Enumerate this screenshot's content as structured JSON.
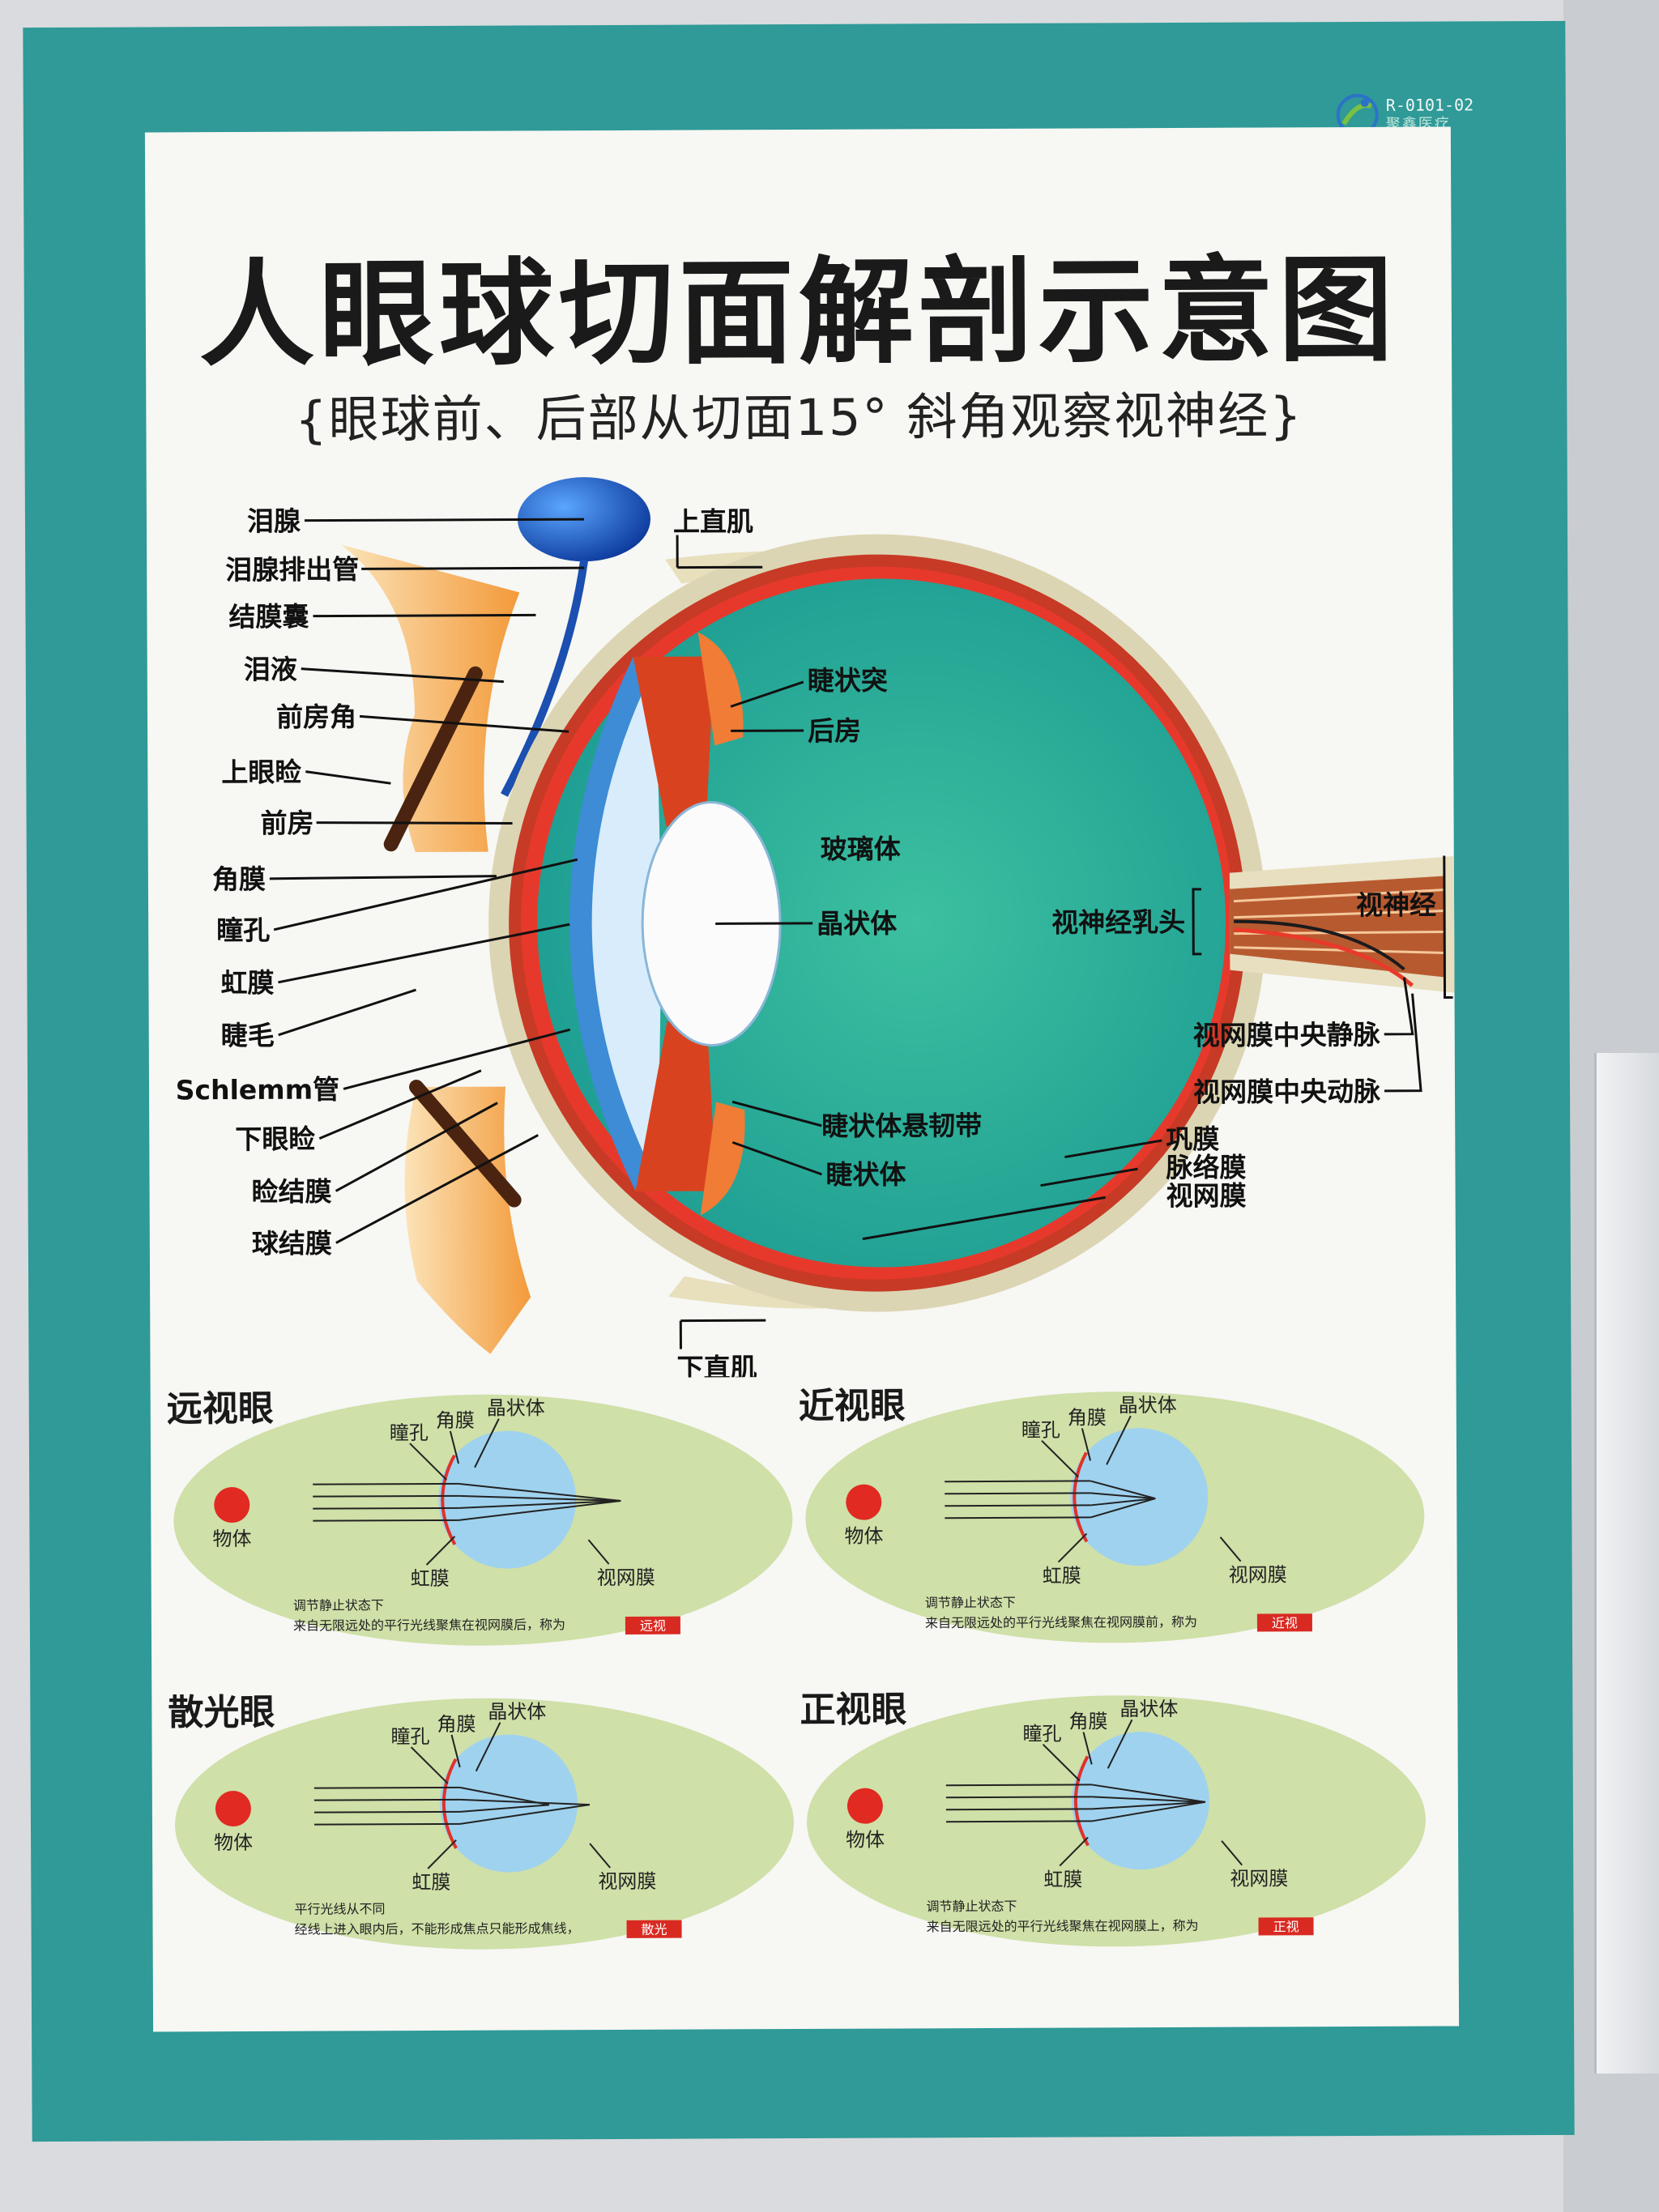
{
  "logo": {
    "code": "R-0101-02",
    "brand": "聚鑫医疗"
  },
  "poster": {
    "title": "人眼球切面解剖示意图",
    "subtitle": "{眼球前、后部从切面15° 斜角观察视神经}"
  },
  "anatomy": {
    "left_labels": [
      "泪腺",
      "泪腺排出管",
      "结膜囊",
      "泪液",
      "前房角",
      "上眼睑",
      "前房",
      "角膜",
      "瞳孔",
      "虹膜",
      "睫毛",
      "Schlemm管",
      "下眼睑",
      "睑结膜",
      "球结膜"
    ],
    "top_label": "上直肌",
    "bottom_label": "下直肌",
    "inner_labels": [
      "睫状突",
      "后房",
      "玻璃体",
      "晶状体",
      "睫状体悬韧带",
      "睫状体",
      "视神经乳头"
    ],
    "right_labels": [
      "视神经",
      "视网膜中央静脉",
      "视网膜中央动脉",
      "巩膜",
      "脉络膜",
      "视网膜"
    ]
  },
  "panels": [
    {
      "id": "far",
      "title": "远视眼",
      "pupil": "瞳孔",
      "cornea": "角膜",
      "lens": "晶状体",
      "iris": "虹膜",
      "retina": "视网膜",
      "object": "物体",
      "note1": "调节静止状态下",
      "note2": "来自无限远处的平行光线聚焦在视网膜后，称为",
      "tag": "远视"
    },
    {
      "id": "near",
      "title": "近视眼",
      "pupil": "瞳孔",
      "cornea": "角膜",
      "lens": "晶状体",
      "iris": "虹膜",
      "retina": "视网膜",
      "object": "物体",
      "note1": "调节静止状态下",
      "note2": "来自无限远处的平行光线聚焦在视网膜前，称为",
      "tag": "近视"
    },
    {
      "id": "astig",
      "title": "散光眼",
      "pupil": "瞳孔",
      "cornea": "角膜",
      "lens": "晶状体",
      "iris": "虹膜",
      "retina": "视网膜",
      "object": "物体",
      "note1": "平行光线从不同",
      "note2": "经线上进入眼内后，不能形成焦点只能形成焦线，",
      "tag": "散光"
    },
    {
      "id": "normal",
      "title": "正视眼",
      "pupil": "瞳孔",
      "cornea": "角膜",
      "lens": "晶状体",
      "iris": "虹膜",
      "retina": "视网膜",
      "object": "物体",
      "note1": "调节静止状态下",
      "note2": "来自无限远处的平行光线聚焦在视网膜上，称为",
      "tag": "正视"
    }
  ],
  "colors": {
    "frame": "#2f9a97",
    "vitreous": "#2fb09a",
    "retina": "#e0312a",
    "sclera": "#d9d3b4",
    "cornea": "#3e8bd6",
    "panel_bg": "#cfe0a8"
  }
}
